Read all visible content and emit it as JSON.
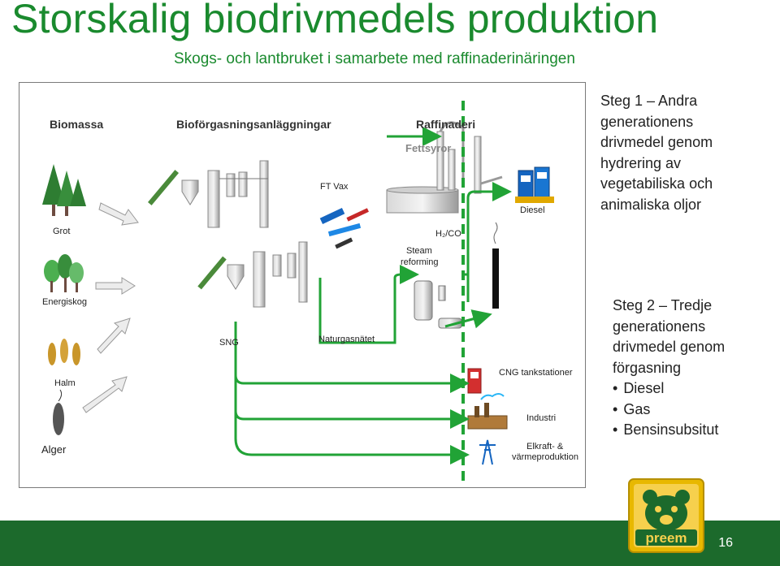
{
  "title": "Storskalig biodrivmedels produktion",
  "subtitle": "Skogs- och lantbruket i samarbete med raffinaderinäringen",
  "diagram": {
    "headers": {
      "biomassa": "Biomassa",
      "gasification": "Bioförgasningsanläggningar",
      "refinery": "Raffinaderi"
    },
    "sources": [
      "Grot",
      "Energiskog",
      "Halm",
      "Alger"
    ],
    "labels": {
      "fettsyror": "Fettsyror",
      "ft_vax": "FT Vax",
      "diesel": "Diesel",
      "h2co": "H₂/CO",
      "steam": "Steam",
      "reforming": "reforming",
      "sng": "SNG",
      "naturgas": "Naturgasnätet",
      "cng": "CNG tankstationer",
      "industri": "Industri",
      "elkraft": "Elkraft- &",
      "varme": "värmeproduktion"
    }
  },
  "notes": {
    "step1": [
      "Steg 1 – Andra",
      "generationens",
      "drivmedel genom",
      "hydrering av",
      "vegetabiliska och",
      "animaliska oljor"
    ],
    "step2": [
      "Steg 2 – Tredje",
      "generationens",
      "drivmedel genom",
      "förgasning"
    ],
    "step2_bullets": [
      "Diesel",
      "Gas",
      "Bensinsubsitut"
    ]
  },
  "logo_text": "preem",
  "page_number": "16",
  "colors": {
    "green": "#1a8a2e",
    "footer": "#1c6a2c",
    "arrow_green": "#21a336",
    "logo_gold": "#e8b800"
  }
}
